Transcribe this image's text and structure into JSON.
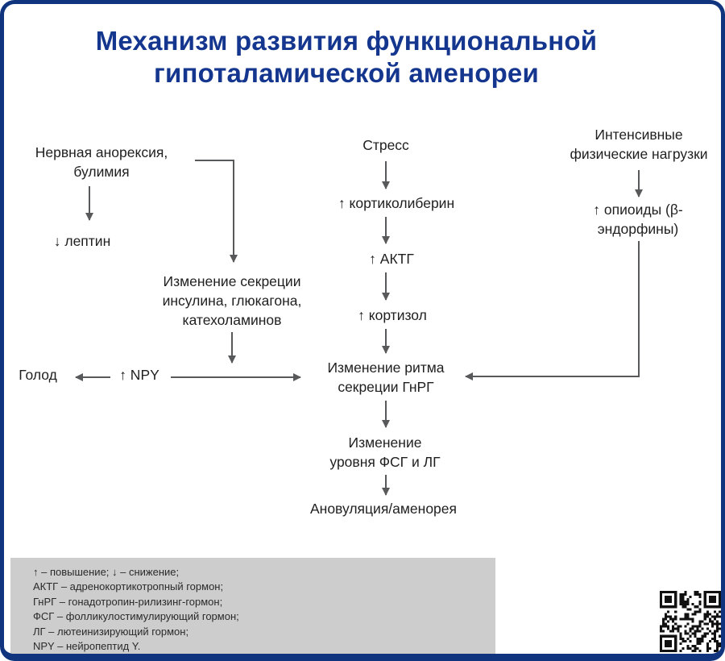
{
  "title": {
    "line1": "Механизм развития функциональной",
    "line2": "гипоталамической аменореи"
  },
  "diagram": {
    "nodes": {
      "anorexia": {
        "line1": "Нервная анорексия,",
        "line2": "булимия"
      },
      "leptin": {
        "text": "↓ лептин"
      },
      "insulin_secretion": {
        "line1": "Изменение секреции",
        "line2": "инсулина, глюкагона,",
        "line3": "катехоламинов"
      },
      "npy": {
        "text": "↑ NPY"
      },
      "hunger": {
        "text": "Голод"
      },
      "stress": {
        "text": "Стресс"
      },
      "corticoliberin": {
        "text": "↑ кортиколиберин"
      },
      "acth": {
        "text": "↑ АКТГ"
      },
      "cortisol": {
        "text": "↑ кортизол"
      },
      "gnrh_rhythm": {
        "line1": "Изменение ритма",
        "line2": "секреции ГнРГ"
      },
      "fsh_lh": {
        "line1": "Изменение",
        "line2": "уровня ФСГ и ЛГ"
      },
      "anovulation": {
        "text": "Ановуляция/аменорея"
      },
      "exercise": {
        "line1": "Интенсивные",
        "line2": "физические нагрузки"
      },
      "opioids": {
        "line1": "↑ опиоиды (β-",
        "line2": "эндорфины)"
      }
    }
  },
  "legend": {
    "lines": [
      "↑ – повышение; ↓ – снижение;",
      "АКТГ – адренокортикотропный гормон;",
      "ГнРГ – гонадотропин-рилизинг-гормон;",
      "ФСГ – фолликулостимулирующий гормон;",
      "ЛГ – лютеинизирующий гормон;",
      "NPY – нейропептид Y."
    ]
  },
  "icons": {
    "qr_code": "qr-code"
  },
  "colors": {
    "frame_blue": "#10357e",
    "title_blue": "#15368e",
    "arrow_gray": "#58595b",
    "legend_bg": "#cdcdcd",
    "text_dark": "#1f1f1f"
  }
}
